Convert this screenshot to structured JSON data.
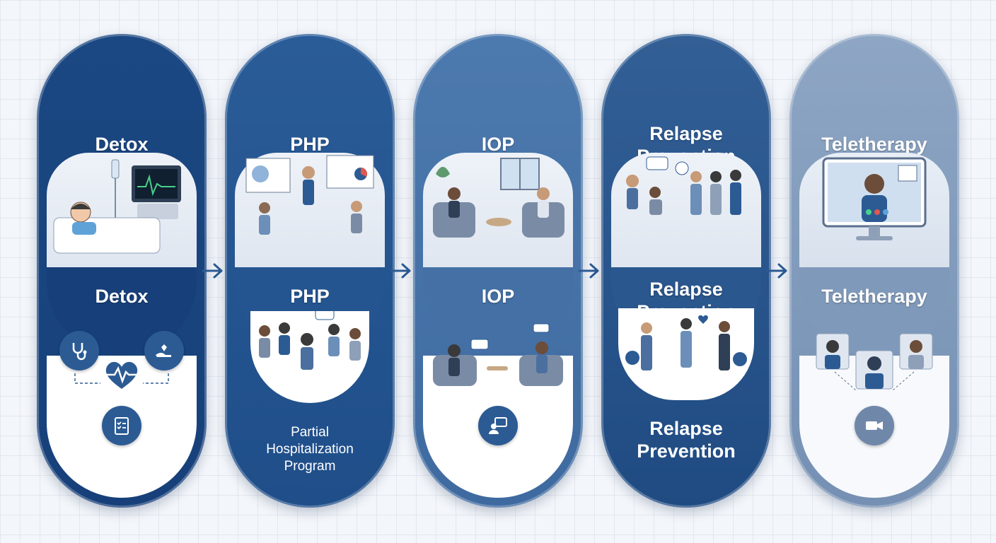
{
  "stages": [
    {
      "top_title": "Detox",
      "mid_title": "Detox",
      "bottom_label": "",
      "colors": {
        "pill": "#1b4882",
        "mid": "#17407a"
      }
    },
    {
      "top_title": "PHP",
      "mid_title": "PHP",
      "bottom_label": "Partial\nHospitalization\nProgram",
      "colors": {
        "pill": "#2a5c98",
        "mid": "#245591"
      }
    },
    {
      "top_title": "IOP",
      "mid_title": "IOP",
      "bottom_label": "",
      "colors": {
        "pill": "#4d7aae",
        "mid": "#4470a5"
      }
    },
    {
      "top_title": "Relapse\nPrevention",
      "mid_title": "Relapse\nPrevention",
      "bottom_label": "Relapse\nPrevention",
      "colors": {
        "pill": "#325f95",
        "mid": "#2a578d"
      }
    },
    {
      "top_title": "Teletherapy",
      "mid_title": "Teletherapy",
      "bottom_label": "",
      "colors": {
        "pill": "#8ea6c4",
        "mid": "#7f99ba"
      }
    }
  ],
  "icons": {
    "detox": [
      "stethoscope-icon",
      "heartbeat-icon",
      "caring-hand-icon",
      "clipboard-checklist-icon"
    ],
    "iop": "chat-person-icon",
    "teletherapy": "video-camera-icon",
    "connectors": "arrow-right-icon"
  },
  "accent_color": "#2c5b94"
}
